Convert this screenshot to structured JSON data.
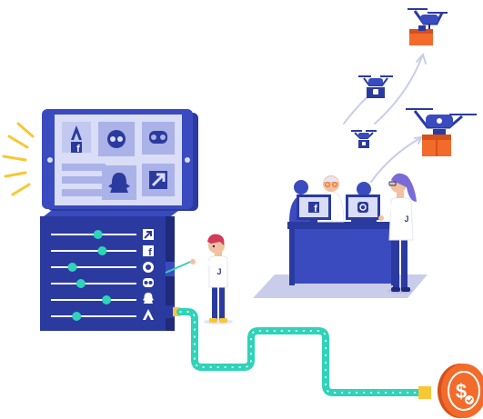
{
  "colors": {
    "navy": "#2b3a9e",
    "navy_dark": "#1f2b7a",
    "screen_bg": "#cfd4f3",
    "tile": "#aab2e8",
    "teal": "#2fd3b9",
    "orange": "#f26b2b",
    "orange_dark": "#d4511a",
    "yellow": "#f7c736",
    "skin": "#f2c1a0",
    "hair_red": "#d23b5a",
    "gray_floor": "#c9cdea",
    "white": "#ffffff"
  },
  "illustration": {
    "tablet_icons": [
      "assembly-logo-icon",
      "facebook-icon",
      "tripadvisor-icon",
      "foursquare-icon",
      "snapchat-icon",
      "arrow-up-right-icon"
    ],
    "mixer_icons": [
      "arrow-up-right-icon",
      "facebook-icon",
      "foursquare-icon",
      "tripadvisor-icon",
      "snapchat-icon",
      "assembly-logo-icon"
    ],
    "slider_levels": [
      0.55,
      0.6,
      0.25,
      0.35,
      0.65,
      0.3
    ],
    "monitor_icons": [
      "facebook-icon",
      "instagram-icon"
    ],
    "coin_symbol": "$",
    "check_symbol": "✓",
    "badge_letter": "J"
  }
}
